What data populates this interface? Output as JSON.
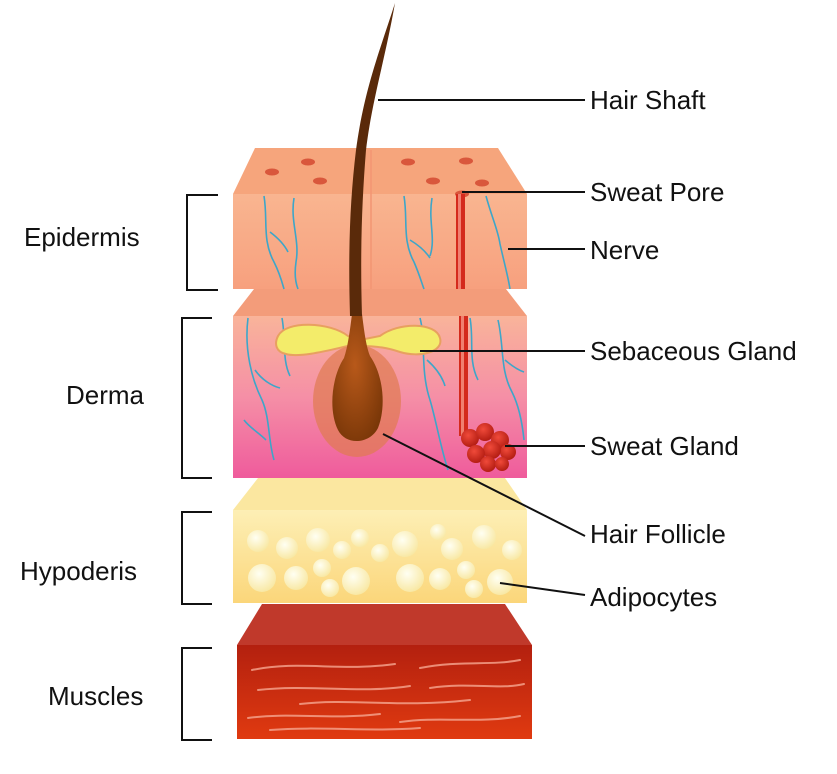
{
  "diagram": {
    "layers": [
      {
        "id": "epidermis",
        "label": "Epidermis"
      },
      {
        "id": "derma",
        "label": "Derma"
      },
      {
        "id": "hypodermis",
        "label": "Hypoderis"
      },
      {
        "id": "muscles",
        "label": "Muscles"
      }
    ],
    "callouts": [
      {
        "id": "hair-shaft",
        "label": "Hair Shaft"
      },
      {
        "id": "sweat-pore",
        "label": "Sweat Pore"
      },
      {
        "id": "nerve",
        "label": "Nerve"
      },
      {
        "id": "sebaceous-gland",
        "label": "Sebaceous Gland"
      },
      {
        "id": "sweat-gland",
        "label": "Sweat Gland"
      },
      {
        "id": "hair-follicle",
        "label": "Hair Follicle"
      },
      {
        "id": "adipocytes",
        "label": "Adipocytes"
      }
    ]
  },
  "colors": {
    "epidermis_top": "#F6A57C",
    "epidermis_front": "#F9B08C",
    "derma_top": "#F39C7A",
    "derma_front_bottom": "#F0609C",
    "hypodermis_top": "#FBE7A0",
    "hypodermis_front": "#FCE28E",
    "muscle_top": "#C0392B",
    "muscle_front": "#A8160A",
    "nerve": "#3DA6C9",
    "hair": "#5A2A0A",
    "sebaceous": "#F3EC6A",
    "sweat_gland": "#D42A1C"
  }
}
